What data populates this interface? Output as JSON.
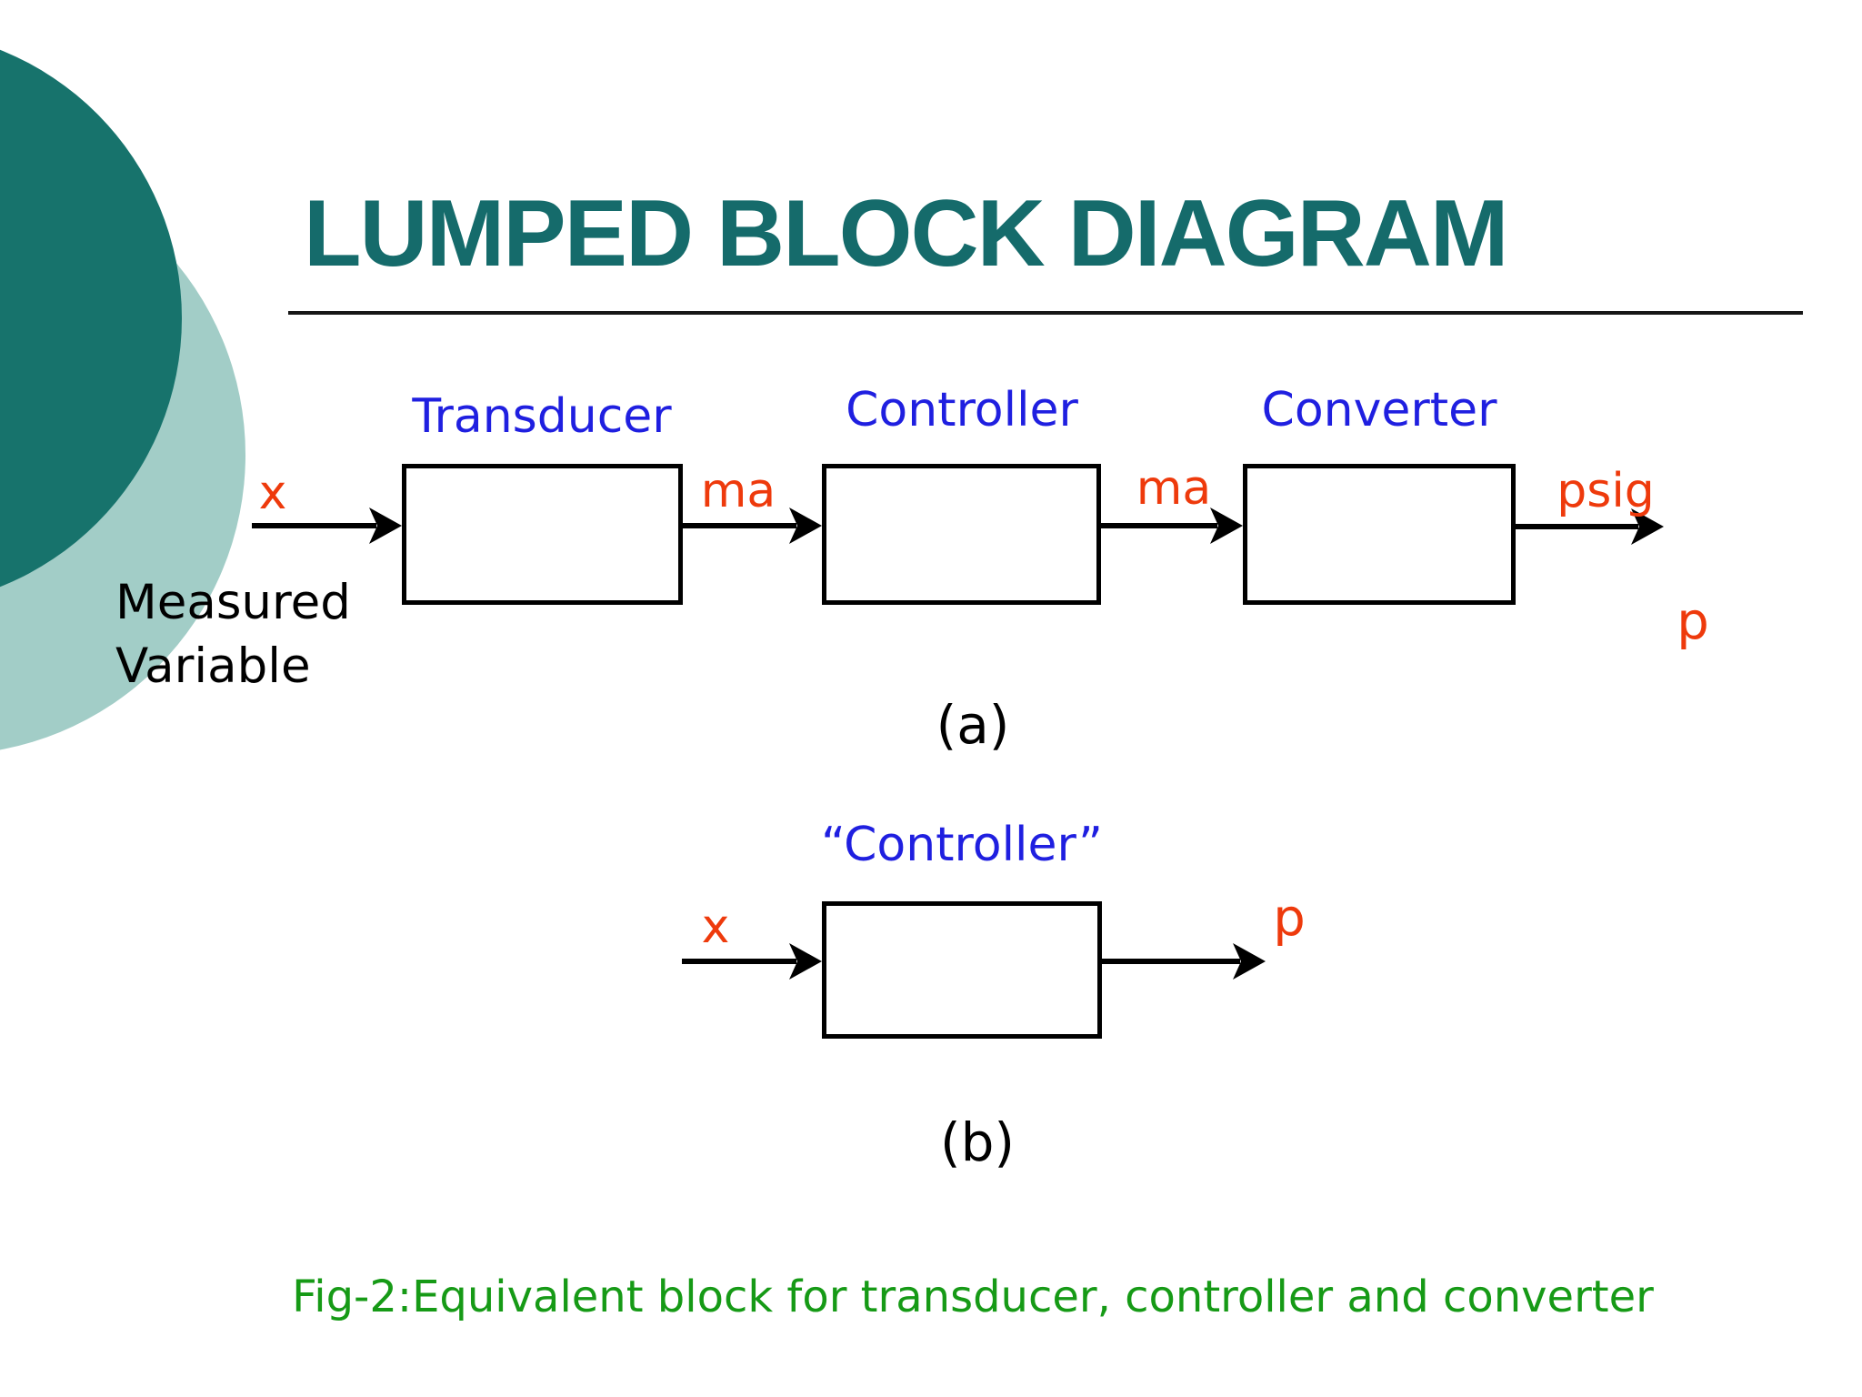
{
  "slide": {
    "title": "LUMPED BLOCK DIAGRAM",
    "fig_caption": "Fig-2:Equivalent block for transducer, controller and converter"
  },
  "colors": {
    "title_teal": "#156b6b",
    "dark_circle_teal": "#17736c",
    "light_circle_teal": "#a2cdc7",
    "block_label_blue": "#1f1fe0",
    "signal_red": "#ee3a0c",
    "caption_green": "#169a16",
    "line_black": "#000000"
  },
  "diagram_a": {
    "blocks": [
      {
        "label": "Transducer"
      },
      {
        "label": "Controller"
      },
      {
        "label": "Converter"
      }
    ],
    "signals": {
      "input": "x",
      "after_transducer": "ma",
      "after_controller": "ma",
      "after_converter": "psig",
      "output_variable": "p"
    },
    "input_description": [
      "Measured",
      "Variable"
    ],
    "caption": "(a)"
  },
  "diagram_b": {
    "block_label": "“Controller”",
    "input": "x",
    "output": "p",
    "caption": "(b)"
  }
}
